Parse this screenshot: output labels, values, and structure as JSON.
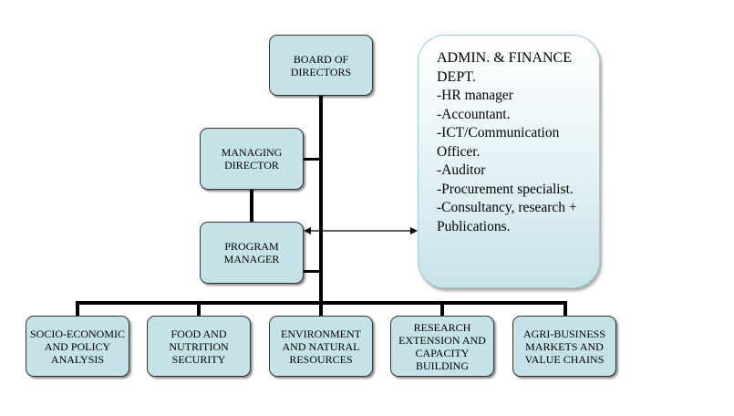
{
  "diagram": {
    "board": "BOARD OF DIRECTORS",
    "managing_director": "MANAGING DIRECTOR",
    "program_manager": "PROGRAM MANAGER",
    "admin": {
      "title": "ADMIN. & FINANCE DEPT.",
      "items": [
        "-HR manager",
        "-Accountant.",
        "-ICT/Communication Officer.",
        "-Auditor",
        "-Procurement specialist.",
        "-Consultancy, research + Publications."
      ]
    },
    "departments": [
      "SOCIO-ECONOMIC AND POLICY ANALYSIS",
      "FOOD AND NUTRITION SECURITY",
      "ENVIRONMENT AND NATURAL RESOURCES",
      "RESEARCH EXTENSION AND CAPACITY BUILDING",
      "AGRI-BUSINESS MARKETS AND VALUE CHAINS"
    ],
    "colors": {
      "box_fill": "#c5e2e8",
      "line": "#000000"
    }
  }
}
